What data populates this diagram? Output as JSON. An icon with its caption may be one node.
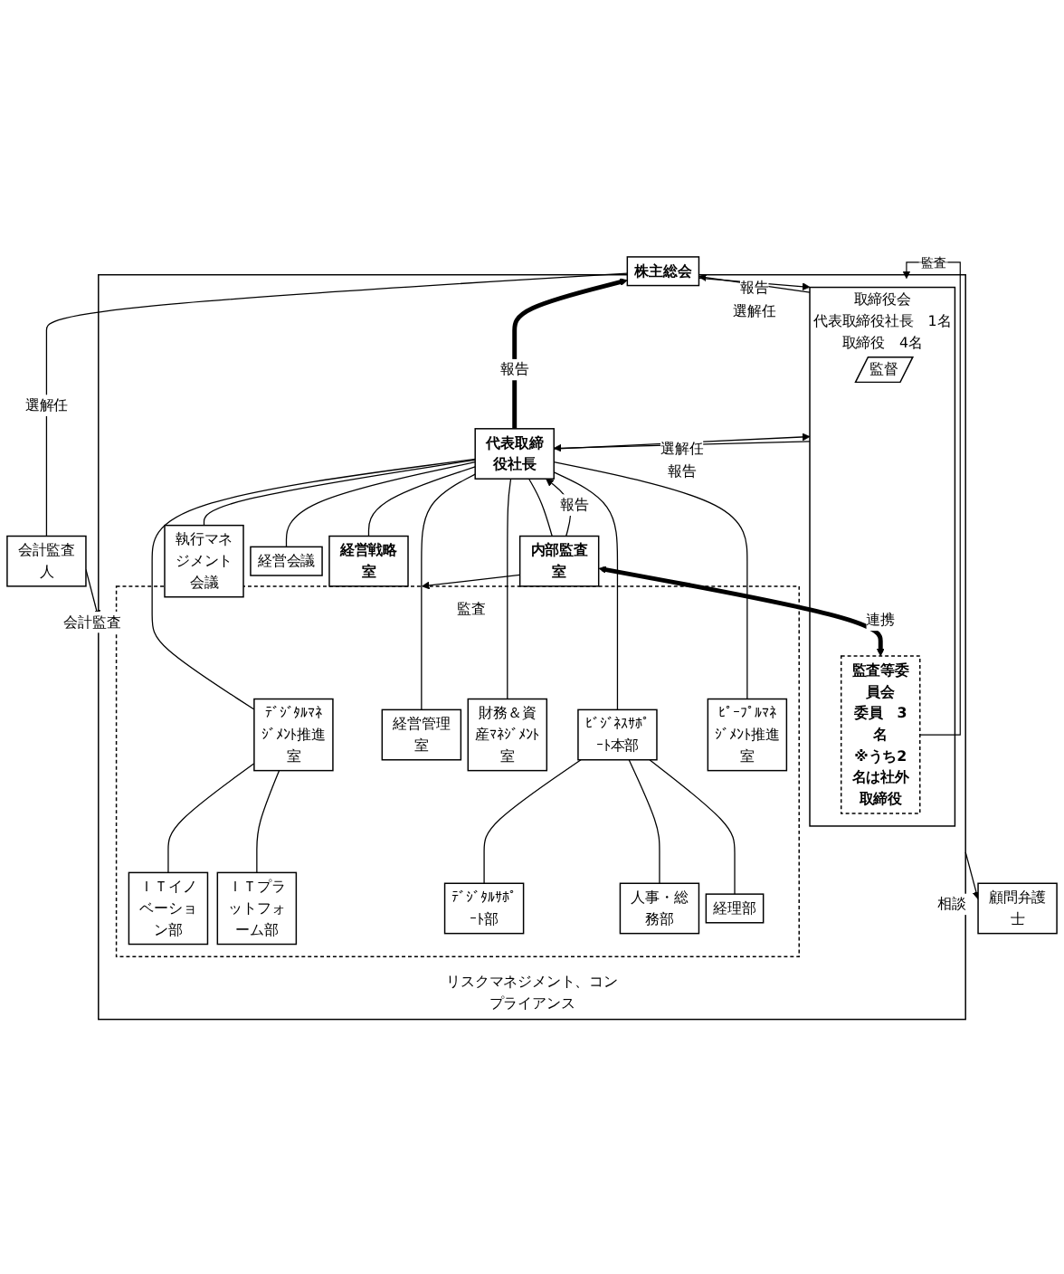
{
  "diagram": {
    "nodes": [
      {
        "text": [
          "株主総会"
        ]
      },
      {
        "text": [
          "リスクマネジメント、コンプライアンス"
        ]
      },
      {
        "text": [
          "取締役会",
          "代表取締役社長　1名",
          "取締役　4名"
        ],
        "in": 1
      },
      {
        "text": [
          "監督"
        ],
        "in": 2
      },
      {
        "text": [
          "監査等委員会",
          "委員　3名",
          "※うち2名は社外取締役"
        ],
        "in": 2
      },
      {
        "text": [
          "会計監査人"
        ]
      },
      {
        "text": [
          "代表取締役社長"
        ],
        "in": 1
      },
      {
        "text": [
          "執行マネジメント会議"
        ],
        "in": 1
      },
      {
        "text": [
          "経営会議"
        ],
        "in": 1
      },
      {
        "text": [
          "経営戦略室"
        ],
        "in": 1
      },
      {
        "text": [
          "内部監査室"
        ],
        "in": 1
      },
      {
        "text": [],
        "shape": "box",
        "in": 1
      },
      {
        "text": [
          "ﾃﾞｼﾞﾀﾙﾏﾈｼﾞﾒﾝﾄ推進室"
        ],
        "in": 11
      },
      {
        "text": [
          "経営管理室"
        ],
        "in": 11
      },
      {
        "text": [
          "財務＆資産ﾏﾈｼﾞﾒﾝﾄ室"
        ],
        "in": 11
      },
      {
        "text": [
          "ﾋﾞｼﾞﾈｽｻﾎﾟｰﾄ本部"
        ],
        "in": 11
      },
      {
        "text": [
          "ﾋﾟｰﾌﾟﾙﾏﾈｼﾞﾒﾝﾄ推進室"
        ],
        "in": 11
      },
      {
        "text": [
          "ＩＴイノベーション部"
        ],
        "in": 11
      },
      {
        "text": [
          "ＩＴプラットフォーム部"
        ],
        "in": 11
      },
      {
        "text": [
          "ﾃﾞｼﾞﾀﾙｻﾎﾟｰﾄ部"
        ],
        "in": 11
      },
      {
        "text": [
          "人事・総務部"
        ],
        "in": 11
      },
      {
        "text": [
          "経理部"
        ],
        "in": 11
      },
      {
        "text": [
          "顧問弁護士"
        ]
      }
    ],
    "edges": [
      {
        "from": 0,
        "to": 2,
        "arrow": "to",
        "label": "選解任"
      },
      {
        "from": 4,
        "to": 1,
        "arrow": "to",
        "label": "監査"
      },
      {
        "from": 2,
        "to": 0,
        "arrow": "to",
        "label": "報告"
      },
      {
        "from": 6,
        "to": 0,
        "arrow": "to",
        "label": "報告",
        "style": "thick"
      },
      {
        "from": 0,
        "to": 5,
        "arrow": "none",
        "label": "選解任"
      },
      {
        "from": 5,
        "to": 1,
        "arrow": "to",
        "label": "会計監査"
      },
      {
        "from": 6,
        "to": 2,
        "arrow": "to",
        "label": "報告"
      },
      {
        "from": 2,
        "to": 6,
        "arrow": "to",
        "label": "選解任"
      },
      {
        "from": 10,
        "to": 4,
        "arrow": "both",
        "label": "連携",
        "style": "thick"
      },
      {
        "from": 10,
        "to": 6,
        "arrow": "to",
        "label": "報告"
      },
      {
        "from": 1,
        "to": 22,
        "arrow": "to",
        "label": "相談"
      },
      {
        "from": 6,
        "to": 7,
        "arrow": "none"
      },
      {
        "from": 6,
        "to": 8,
        "arrow": "none"
      },
      {
        "from": 6,
        "to": 9,
        "arrow": "none"
      },
      {
        "from": 6,
        "to": 10,
        "arrow": "none"
      },
      {
        "from": 10,
        "to": 11,
        "arrow": "to",
        "label": "監査"
      },
      {
        "from": 6,
        "to": 12,
        "arrow": "none"
      },
      {
        "from": 6,
        "to": 13,
        "arrow": "none"
      },
      {
        "from": 6,
        "to": 14,
        "arrow": "none"
      },
      {
        "from": 6,
        "to": 15,
        "arrow": "none"
      },
      {
        "from": 6,
        "to": 16,
        "arrow": "none"
      },
      {
        "from": 12,
        "to": 17,
        "arrow": "none"
      },
      {
        "from": 12,
        "to": 18,
        "arrow": "none"
      },
      {
        "from": 15,
        "to": 19,
        "arrow": "none"
      },
      {
        "from": 15,
        "to": 20,
        "arrow": "none"
      },
      {
        "from": 15,
        "to": 21,
        "arrow": "none"
      }
    ]
  }
}
